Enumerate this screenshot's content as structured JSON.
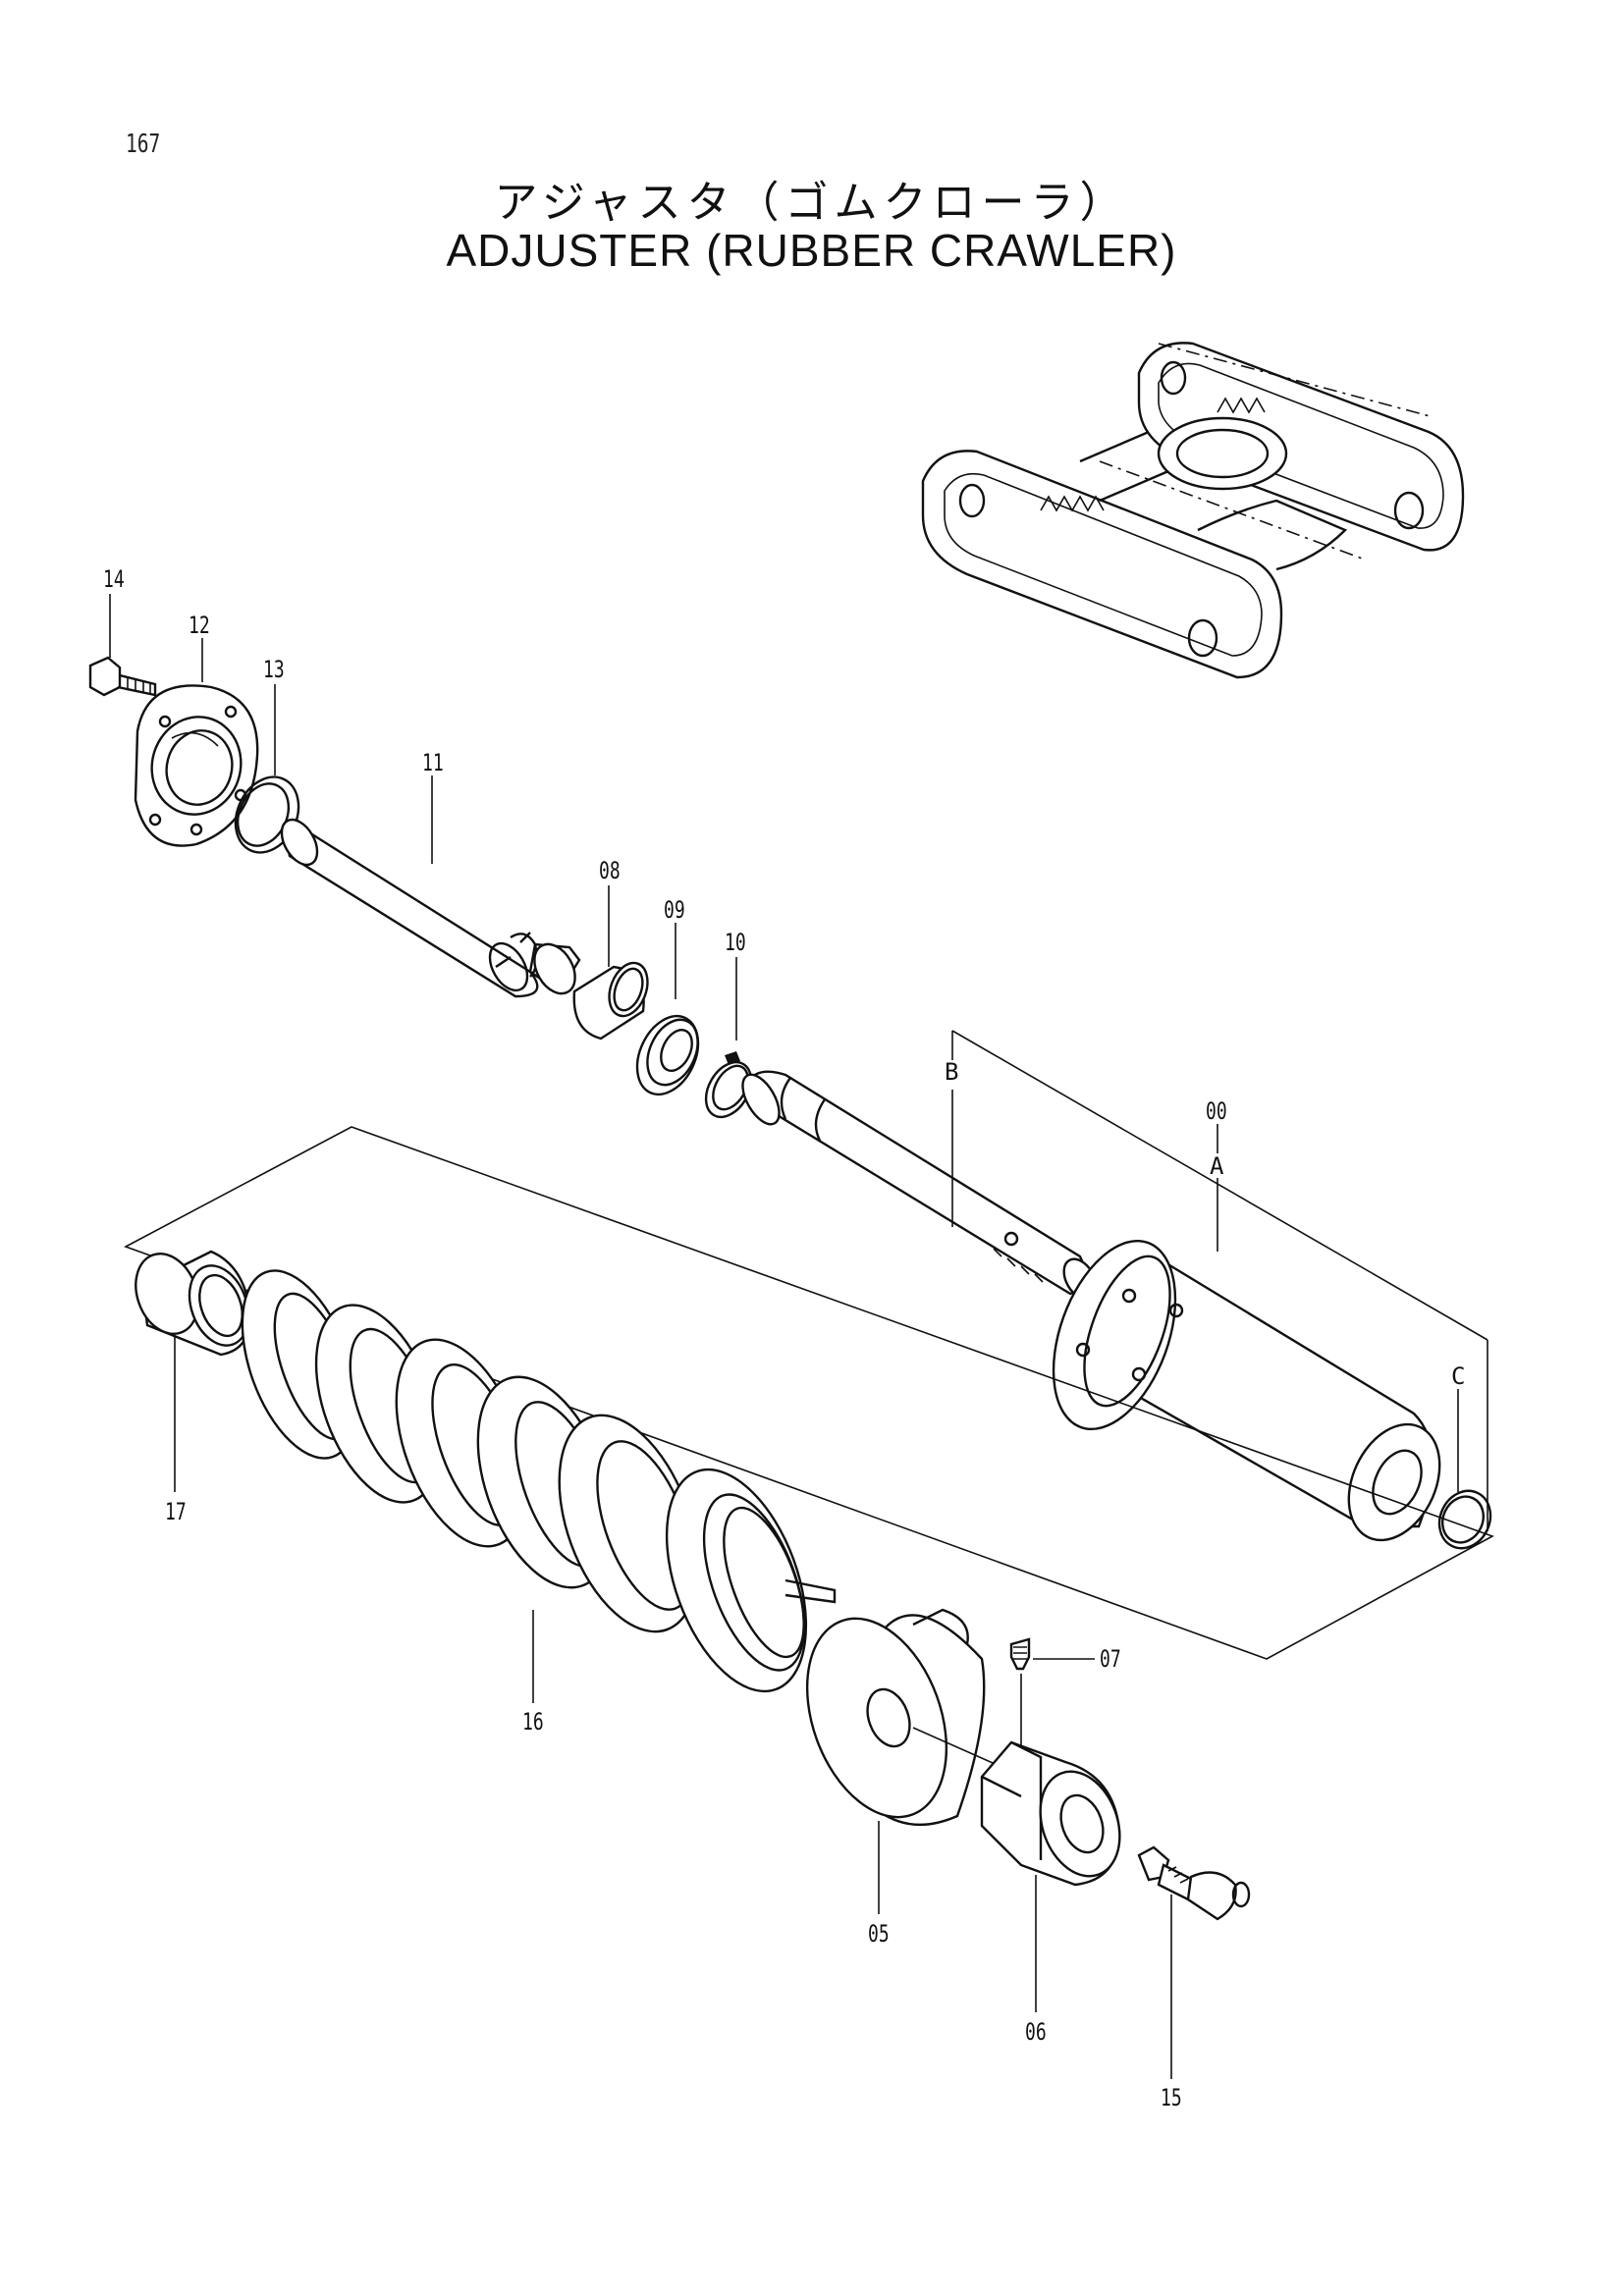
{
  "page": {
    "number": "167",
    "title_jp": "アジャスタ（ゴムクローラ）",
    "title_en": "ADJUSTER (RUBBER CRAWLER)"
  },
  "callouts": {
    "p14": "14",
    "p12": "12",
    "p13": "13",
    "p11": "11",
    "p08": "08",
    "p09": "09",
    "p10": "10",
    "pB": "B",
    "p00": "00",
    "pA": "A",
    "pC": "C",
    "p17": "17",
    "p16": "16",
    "p07": "07",
    "p05": "05",
    "p06": "06",
    "p15": "15"
  }
}
